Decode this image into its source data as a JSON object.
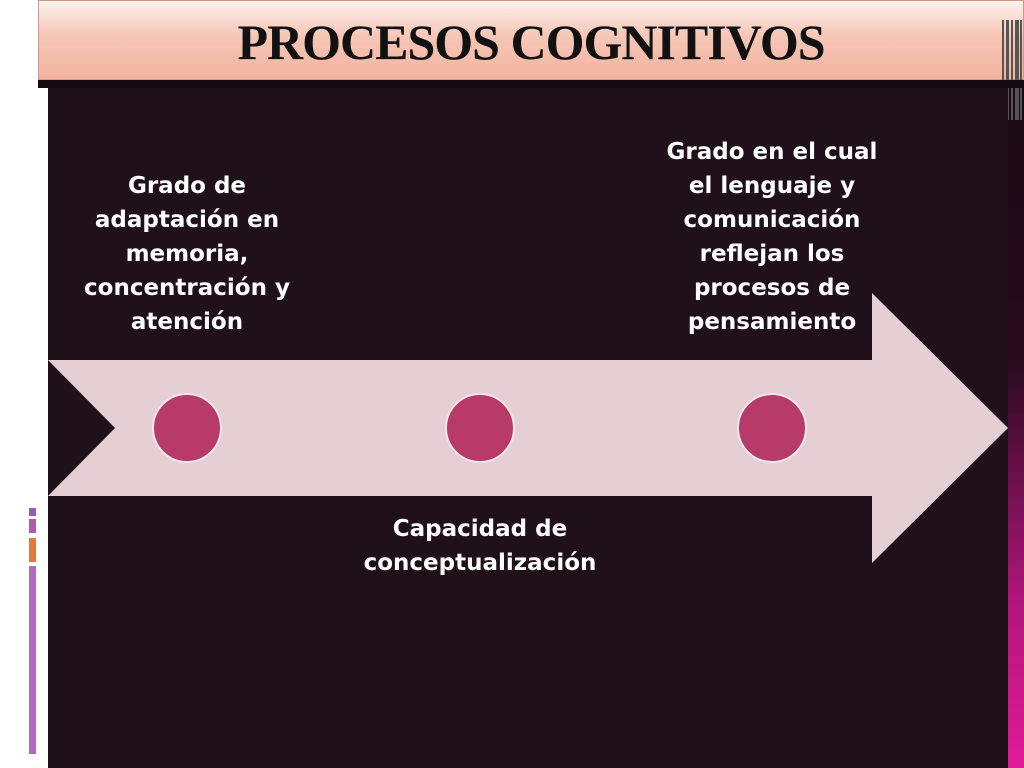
{
  "slide": {
    "title": "PROCESOS COGNITIVOS"
  },
  "colors": {
    "background": "#1f1019",
    "arrow": "#e5cfd4",
    "node": "#b83a68",
    "title_band": "#f6c6b6"
  },
  "diagram": {
    "type": "timeline-arrow",
    "nodes": [
      {
        "label": "Grado de adaptación en memoria, concentración y atención",
        "position": "above"
      },
      {
        "label": "Capacidad de conceptualización",
        "position": "below"
      },
      {
        "label": "Grado en el cual el lenguaje y comunicación reflejan los procesos de pensamiento",
        "position": "above"
      }
    ]
  }
}
